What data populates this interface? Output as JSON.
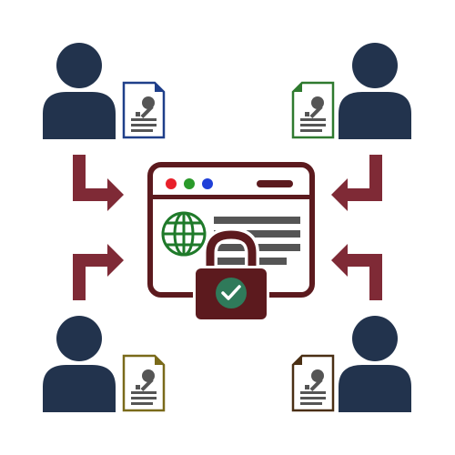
{
  "diagram": {
    "users": [
      {
        "position": "top-left",
        "icon": "user-icon",
        "document_icon": "key-document-icon",
        "document_color": "#1f3f8a"
      },
      {
        "position": "top-right",
        "icon": "user-icon",
        "document_icon": "key-document-icon",
        "document_color": "#2f7a2f"
      },
      {
        "position": "bottom-left",
        "icon": "user-icon",
        "document_icon": "key-document-icon",
        "document_color": "#7a6a1a"
      },
      {
        "position": "bottom-right",
        "icon": "user-icon",
        "document_icon": "key-document-icon",
        "document_color": "#4a2f14"
      }
    ],
    "arrows": [
      {
        "from": "top-left",
        "icon": "arrow-icon"
      },
      {
        "from": "top-right",
        "icon": "arrow-icon"
      },
      {
        "from": "bottom-left",
        "icon": "arrow-icon"
      },
      {
        "from": "bottom-right",
        "icon": "arrow-icon"
      }
    ],
    "center": {
      "icon": "secure-browser-window-icon",
      "badges": [
        "globe-icon",
        "padlock-icon",
        "checkmark-icon"
      ]
    },
    "colors": {
      "user": "#22334d",
      "arrow": "#7f2a36",
      "window": "#5c1a1e",
      "lock": "#5c1a1e",
      "check": "#2f7a5a",
      "globe": "#1f7a2a",
      "dot_red": "#e8202a",
      "dot_green": "#2a9a2a",
      "dot_blue": "#2040d8",
      "text_lines": "#555555"
    }
  }
}
